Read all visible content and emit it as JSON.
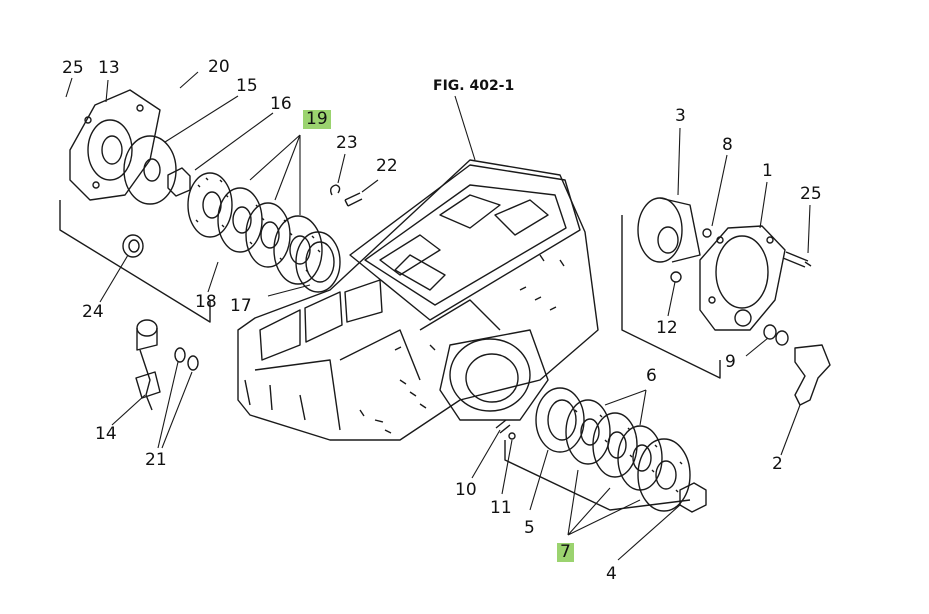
{
  "figure_title": "FIG. 402-1",
  "highlight_color": "#9bd36f",
  "callouts": [
    {
      "id": "c25a",
      "text": "25"
    },
    {
      "id": "c13",
      "text": "13"
    },
    {
      "id": "c20",
      "text": "20"
    },
    {
      "id": "c15",
      "text": "15"
    },
    {
      "id": "c16",
      "text": "16"
    },
    {
      "id": "c19",
      "text": "19",
      "highlight": true
    },
    {
      "id": "c23",
      "text": "23"
    },
    {
      "id": "c22",
      "text": "22"
    },
    {
      "id": "c24",
      "text": "24"
    },
    {
      "id": "c18",
      "text": "18"
    },
    {
      "id": "c17",
      "text": "17"
    },
    {
      "id": "c14",
      "text": "14"
    },
    {
      "id": "c21",
      "text": "21"
    },
    {
      "id": "c3",
      "text": "3"
    },
    {
      "id": "c8",
      "text": "8"
    },
    {
      "id": "c1",
      "text": "1"
    },
    {
      "id": "c25b",
      "text": "25"
    },
    {
      "id": "c12",
      "text": "12"
    },
    {
      "id": "c9",
      "text": "9"
    },
    {
      "id": "c6",
      "text": "6"
    },
    {
      "id": "c2",
      "text": "2"
    },
    {
      "id": "c10",
      "text": "10"
    },
    {
      "id": "c11",
      "text": "11"
    },
    {
      "id": "c5",
      "text": "5"
    },
    {
      "id": "c7",
      "text": "7",
      "highlight": true
    },
    {
      "id": "c4",
      "text": "4"
    }
  ]
}
